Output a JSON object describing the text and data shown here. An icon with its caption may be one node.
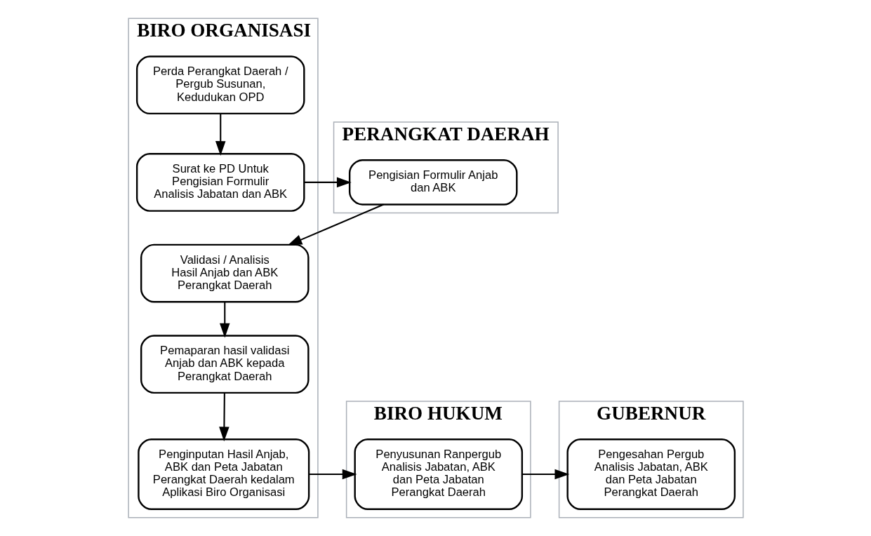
{
  "diagram": {
    "nodes": [
      {
        "text": [
          "BIRO ORGANISASI"
        ]
      },
      {
        "text": [
          "PERANGKAT DAERAH"
        ]
      },
      {
        "text": [
          "BIRO HUKUM"
        ]
      },
      {
        "text": [
          "GUBERNUR"
        ]
      },
      {
        "text": [
          "Perda Perangkat Daerah / Pergub Susunan, Kedudukan OPD"
        ],
        "in": 0
      },
      {
        "text": [
          "Surat ke PD Untuk Pengisian Formulir Analisis Jabatan dan ABK"
        ],
        "in": 0
      },
      {
        "text": [
          "Pengisian Formulir Anjab dan ABK"
        ],
        "in": 1
      },
      {
        "text": [
          "Validasi / Analisis Hasil Anjab dan ABK Perangkat Daerah"
        ],
        "in": 0
      },
      {
        "text": [
          "Pemaparan hasil validasi Anjab dan ABK kepada Perangkat Daerah"
        ],
        "in": 0
      },
      {
        "text": [
          "Penginputan Hasil Anjab, ABK dan Peta Jabatan Perangkat Daerah kedalam Aplikasi Biro Organisasi"
        ],
        "in": 0
      },
      {
        "text": [
          "Penyusunan Ranpergub Analisis Jabatan, ABK dan Peta Jabatan Perangkat Daerah"
        ],
        "in": 2
      },
      {
        "text": [
          "Pengesahan Pergub Analisis Jabatan, ABK dan Peta Jabatan Perangkat Daerah"
        ],
        "in": 3
      }
    ],
    "edges": [
      {
        "from": 4,
        "to": 5,
        "arrow": "to"
      },
      {
        "from": 5,
        "to": 6,
        "arrow": "to"
      },
      {
        "from": 6,
        "to": 7,
        "arrow": "to"
      },
      {
        "from": 7,
        "to": 8,
        "arrow": "to"
      },
      {
        "from": 8,
        "to": 9,
        "arrow": "to"
      },
      {
        "from": 9,
        "to": 10,
        "arrow": "to"
      },
      {
        "from": 10,
        "to": 11,
        "arrow": "to"
      }
    ]
  }
}
